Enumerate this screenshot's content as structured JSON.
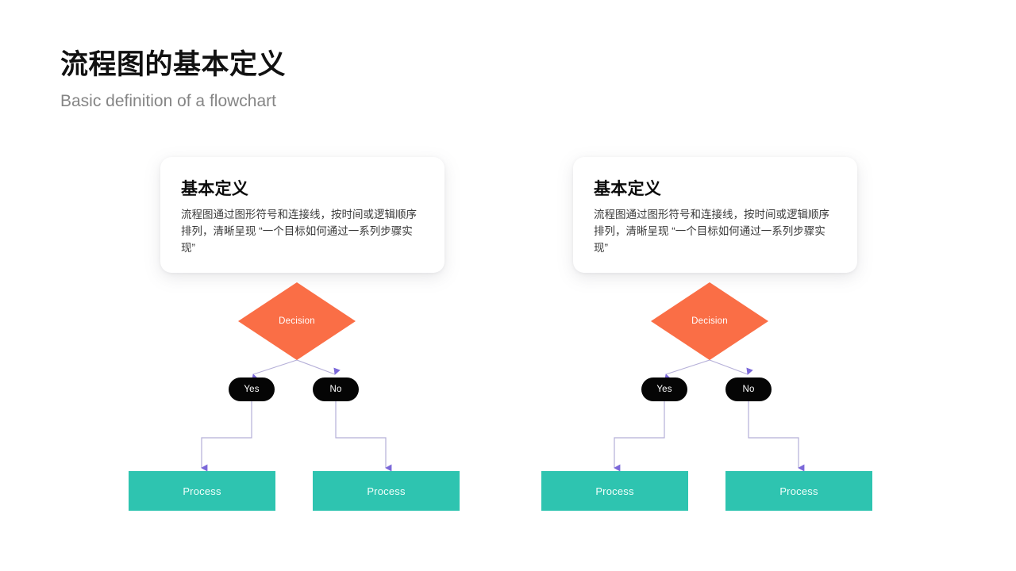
{
  "header": {
    "title": "流程图的基本定义",
    "subtitle": "Basic definition of a flowchart"
  },
  "colors": {
    "background": "#ffffff",
    "title": "#111111",
    "subtitle": "#858585",
    "decision": "#fa6e46",
    "process": "#2ec4b0",
    "pill": "#050505",
    "connector_line": "#b5afd8",
    "arrow": "#7b68d9"
  },
  "panels": [
    {
      "id": "panel-left",
      "card": {
        "title": "基本定义",
        "body": "流程图通过图形符号和连接线，按时间或逻辑顺序排列，清晰呈现 “一个目标如何通过一系列步骤实现”"
      },
      "flow": {
        "decision": {
          "label": "Decision"
        },
        "branches": [
          {
            "label": "Yes",
            "target": "Process"
          },
          {
            "label": "No",
            "target": "Process"
          }
        ],
        "processes": [
          {
            "label": "Process"
          },
          {
            "label": "Process"
          }
        ]
      }
    },
    {
      "id": "panel-right",
      "card": {
        "title": "基本定义",
        "body": "流程图通过图形符号和连接线，按时间或逻辑顺序排列，清晰呈现 “一个目标如何通过一系列步骤实现”"
      },
      "flow": {
        "decision": {
          "label": "Decision"
        },
        "branches": [
          {
            "label": "Yes",
            "target": "Process"
          },
          {
            "label": "No",
            "target": "Process"
          }
        ],
        "processes": [
          {
            "label": "Process"
          },
          {
            "label": "Process"
          }
        ]
      }
    }
  ]
}
